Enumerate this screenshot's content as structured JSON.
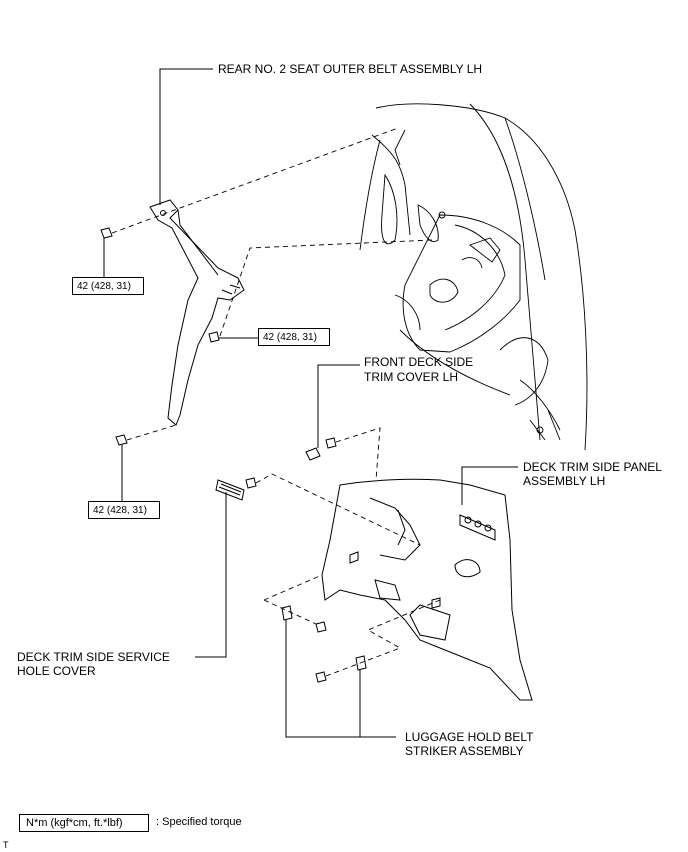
{
  "callouts": {
    "rear_belt": "REAR NO. 2 SEAT OUTER BELT ASSEMBLY LH",
    "front_deck_line1": "FRONT DECK SIDE",
    "front_deck_line2": "TRIM COVER LH",
    "deck_panel_line1": "DECK TRIM SIDE PANEL",
    "deck_panel_line2": "ASSEMBLY LH",
    "service_cover_line1": "DECK TRIM SIDE SERVICE",
    "service_cover_line2": "HOLE COVER",
    "striker_line1": "LUGGAGE HOLD BELT",
    "striker_line2": "STRIKER ASSEMBLY"
  },
  "torques": {
    "upper_left": "42 (428, 31)",
    "middle": "42 (428, 31)",
    "lower_left": "42 (428, 31)"
  },
  "legend": {
    "box": "N*m (kgf*cm, ft.*lbf)",
    "text": ": Specified torque"
  },
  "corner_mark": "T"
}
